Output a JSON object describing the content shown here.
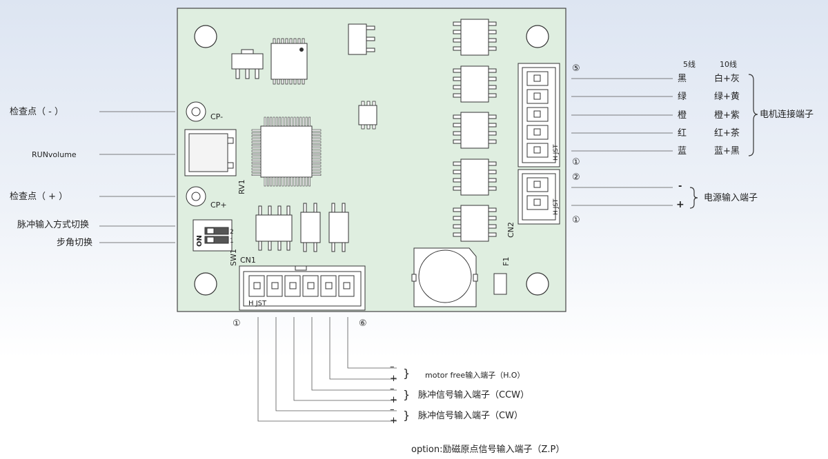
{
  "board": {
    "cp_minus": "CP-",
    "cp_plus": "CP+",
    "rv1": "RV1",
    "sw1": "SW1",
    "cn1": "CN1",
    "cn2": "CN2",
    "f1": "F1",
    "jst": "JST",
    "h": "H",
    "sw_on": "ON",
    "sw_1": "1",
    "sw_2": "2"
  },
  "left_labels": {
    "check_minus": "检查点（ - ）",
    "run_volume": "RUNvolume",
    "check_plus": "检查点（ + ）",
    "pulse_mode": "脉冲输入方式切换",
    "step_angle": "步角切换"
  },
  "motor": {
    "header_5": "5线",
    "header_10": "10线",
    "pin_top": "⑤",
    "pin_bottom": "①",
    "wires5": [
      "黑",
      "绿",
      "橙",
      "红",
      "蓝"
    ],
    "wires10": [
      "白+灰",
      "绿+黄",
      "橙+紫",
      "红+茶",
      "蓝+黑"
    ],
    "terminal_label": "电机连接端子"
  },
  "power": {
    "pin_top": "②",
    "pin_bottom": "①",
    "minus": "-",
    "plus": "+",
    "terminal_label": "电源输入端子"
  },
  "cn1_pins": {
    "first": "①",
    "last": "⑥"
  },
  "signals": {
    "minus": "–",
    "plus": "+",
    "brace": "}",
    "items": [
      "motor free输入端子（H.O）",
      "脉冲信号输入端子（CCW）",
      "脉冲信号输入端子（CW）"
    ],
    "option": "option:励磁原点信号输入端子（Z.P）"
  }
}
